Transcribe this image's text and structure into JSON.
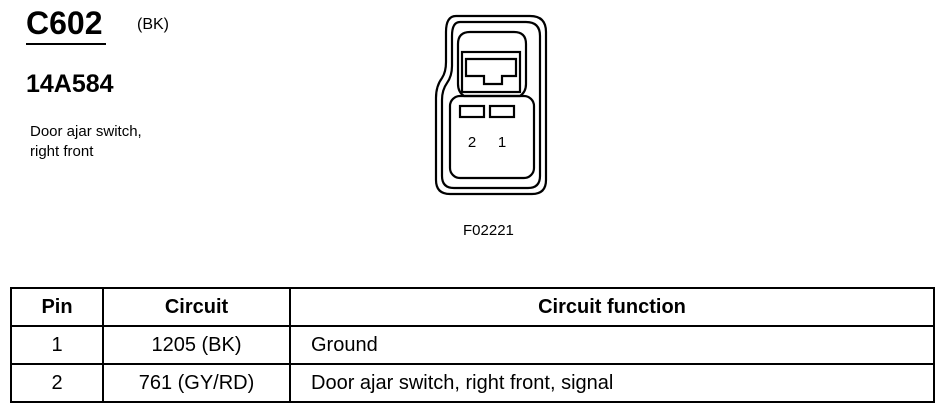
{
  "header": {
    "connector_id": "C602",
    "color_code": "(BK)",
    "part_number": "14A584",
    "description_line1": "Door ajar switch,",
    "description_line2": "right front"
  },
  "figure": {
    "figure_id": "F02221",
    "pin_labels": [
      "2",
      "1"
    ]
  },
  "table": {
    "headers": {
      "pin": "Pin",
      "circuit": "Circuit",
      "function": "Circuit function"
    },
    "rows": [
      {
        "pin": "1",
        "circuit": "1205 (BK)",
        "function": "Ground"
      },
      {
        "pin": "2",
        "circuit": "761 (GY/RD)",
        "function": "Door ajar switch, right front, signal"
      }
    ]
  }
}
